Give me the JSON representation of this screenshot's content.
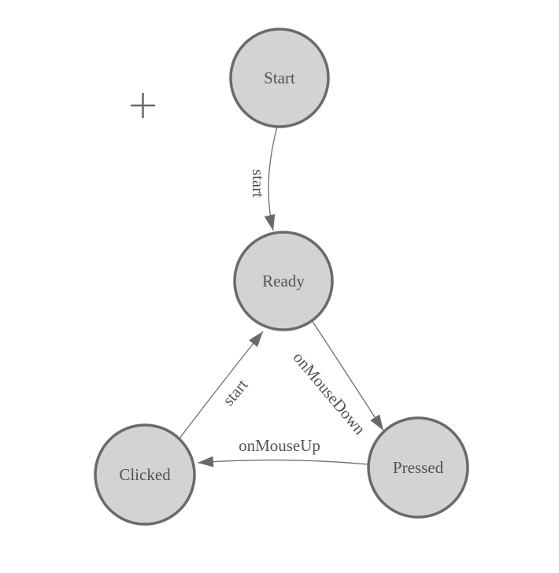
{
  "diagram": {
    "type": "state-machine",
    "nodes": [
      {
        "id": "start",
        "label": "Start"
      },
      {
        "id": "ready",
        "label": "Ready"
      },
      {
        "id": "clicked",
        "label": "Clicked"
      },
      {
        "id": "pressed",
        "label": "Pressed"
      }
    ],
    "edges": [
      {
        "from": "Start",
        "to": "Ready",
        "label": "start"
      },
      {
        "from": "Ready",
        "to": "Pressed",
        "label": "onMouseDown"
      },
      {
        "from": "Pressed",
        "to": "Clicked",
        "label": "onMouseUp"
      },
      {
        "from": "Clicked",
        "to": "Ready",
        "label": "start"
      }
    ],
    "cursor": {
      "icon": "plus-icon"
    },
    "colors": {
      "background": "#ffffff",
      "node_fill": "#d3d3d3",
      "node_stroke": "#6a6a6a",
      "edge": "#6e6e6e",
      "arrow": "#6a6a6a",
      "text": "#4f545c",
      "plus": "#696969"
    }
  }
}
